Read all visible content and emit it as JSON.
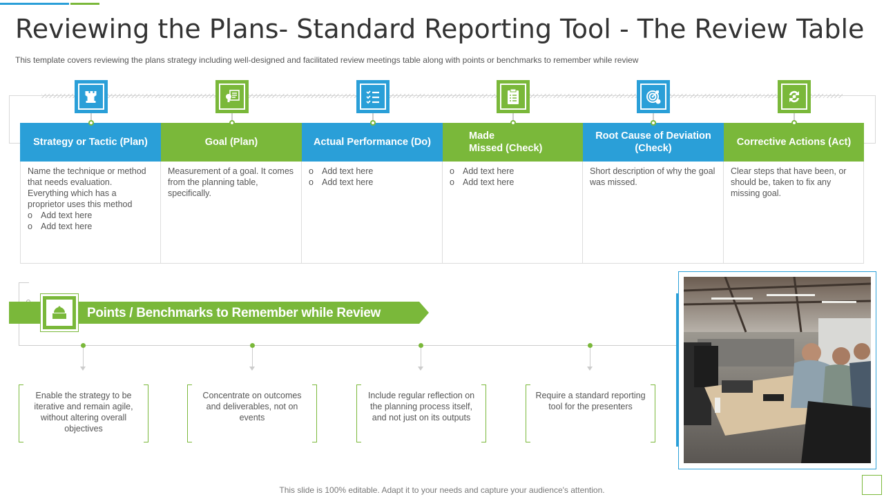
{
  "header": {
    "title": "Reviewing the Plans- Standard Reporting Tool - The Review Table",
    "subtitle": "This template covers reviewing  the plans strategy including well-designed  and facilitated review  meetings table along with points or benchmarks to remember while review"
  },
  "colors": {
    "blue": "#2a9fd8",
    "green": "#7ab83a"
  },
  "columns": [
    {
      "icon": "rook-icon",
      "heading": "Strategy or Tactic (Plan)",
      "text": "Name the technique or method that needs evaluation. Everything which has a proprietor uses this method",
      "bullets": [
        "Add text here",
        "Add text here"
      ]
    },
    {
      "icon": "idea-board-icon",
      "heading": "Goal (Plan)",
      "text": "Measurement  of a goal.  It comes from the planning table, specifically.",
      "bullets": []
    },
    {
      "icon": "checklist-icon",
      "heading": "Actual Performance (Do)",
      "text": "",
      "bullets": [
        "Add text here",
        "Add text here"
      ]
    },
    {
      "icon": "clipboard-icon",
      "heading_line1": "Made",
      "heading_line2": "Missed (Check)",
      "text": "",
      "bullets": [
        "Add text here",
        "Add text here"
      ]
    },
    {
      "icon": "target-gear-icon",
      "heading_line1": "Root Cause of Deviation",
      "heading_line2": "(Check)",
      "text": "Short description of why the goal was missed.",
      "bullets": []
    },
    {
      "icon": "cycle-arrows-icon",
      "heading": "Corrective Actions (Act)",
      "text": "Clear steps that have  been, or should be, taken to fix any missing goal.",
      "bullets": []
    }
  ],
  "points": {
    "banner": "Points / Benchmarks  to Remember while Review",
    "banner_icon": "cake-icon",
    "items": [
      "Enable the strategy to be iterative and remain agile, without altering overall objectives",
      "Concentrate on outcomes and deliverables,  not on events",
      "Include regular reflection on the planning process itself, and not just on its outputs",
      "Require  a standard reporting tool for the presenters"
    ]
  },
  "photo": {
    "subject": "office-meeting-photo"
  },
  "footer": "This slide is 100% editable. Adapt it to your needs and capture your audience's attention."
}
